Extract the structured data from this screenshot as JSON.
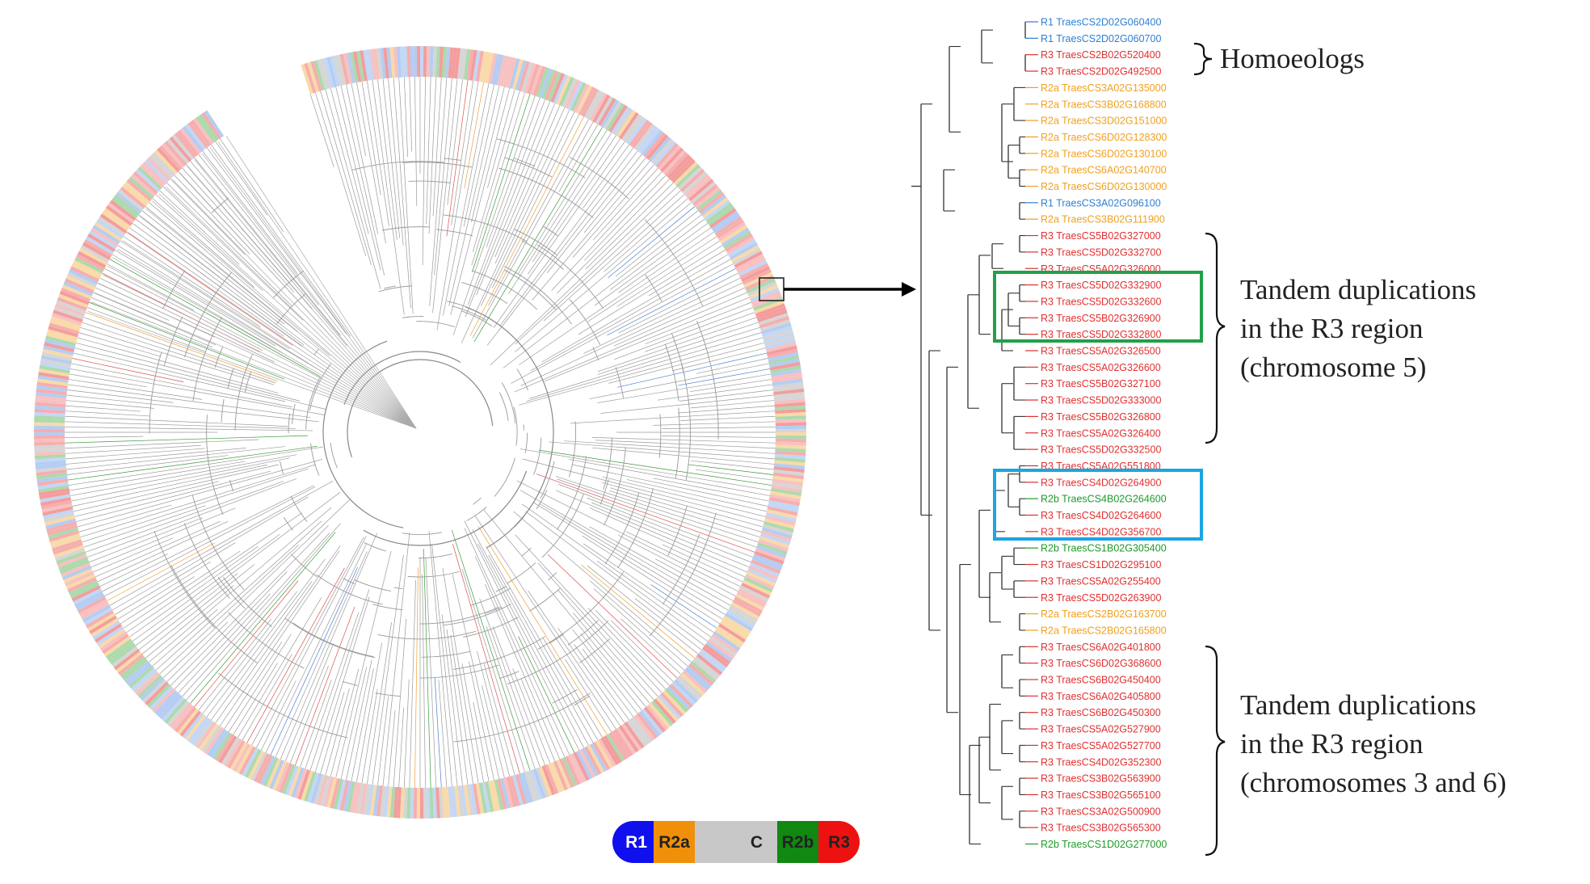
{
  "colors": {
    "R1": "#2f7fd3",
    "R2a": "#f0a020",
    "C": "#c0c0c0",
    "R2b": "#1f9a2a",
    "R3": "#e03030",
    "branch": "#333333",
    "circle_branch": "#9a9a9a",
    "green_box": "#22a04a",
    "blue_box": "#1aa6e0"
  },
  "legend": [
    {
      "label": "R1",
      "color": "#1010ee",
      "text_color": "#ffffff"
    },
    {
      "label": "R2a",
      "color": "#f0900a",
      "text_color": "#222222"
    },
    {
      "label": "",
      "color": "#c8c8c8",
      "text_color": "#222222"
    },
    {
      "label": "C",
      "color": "#c8c8c8",
      "text_color": "#222222"
    },
    {
      "label": "R2b",
      "color": "#118811",
      "text_color": "#222222"
    },
    {
      "label": "R3",
      "color": "#ee1111",
      "text_color": "#222222"
    }
  ],
  "annotations": {
    "homoeologs": "Homoeologs",
    "tandem1": [
      "Tandem duplications",
      "in the R3 region",
      "(chromosome 5)"
    ],
    "tandem2": [
      "Tandem duplications",
      "in the R3 region",
      "(chromosomes 3 and 6)"
    ]
  },
  "leaves": [
    {
      "cls": "R1",
      "id": "TraesCS2D02G060400"
    },
    {
      "cls": "R1",
      "id": "TraesCS2D02G060700"
    },
    {
      "cls": "R3",
      "id": "TraesCS2B02G520400"
    },
    {
      "cls": "R3",
      "id": "TraesCS2D02G492500"
    },
    {
      "cls": "R2a",
      "id": "TraesCS3A02G135000"
    },
    {
      "cls": "R2a",
      "id": "TraesCS3B02G168800"
    },
    {
      "cls": "R2a",
      "id": "TraesCS3D02G151000"
    },
    {
      "cls": "R2a",
      "id": "TraesCS6D02G128300"
    },
    {
      "cls": "R2a",
      "id": "TraesCS6D02G130100"
    },
    {
      "cls": "R2a",
      "id": "TraesCS6A02G140700"
    },
    {
      "cls": "R2a",
      "id": "TraesCS6D02G130000"
    },
    {
      "cls": "R1",
      "id": "TraesCS3A02G096100"
    },
    {
      "cls": "R2a",
      "id": "TraesCS3B02G111900"
    },
    {
      "cls": "R3",
      "id": "TraesCS5B02G327000"
    },
    {
      "cls": "R3",
      "id": "TraesCS5D02G332700"
    },
    {
      "cls": "R3",
      "id": "TraesCS5A02G326000"
    },
    {
      "cls": "R3",
      "id": "TraesCS5D02G332900"
    },
    {
      "cls": "R3",
      "id": "TraesCS5D02G332600"
    },
    {
      "cls": "R3",
      "id": "TraesCS5B02G326900"
    },
    {
      "cls": "R3",
      "id": "TraesCS5D02G332800"
    },
    {
      "cls": "R3",
      "id": "TraesCS5A02G326500"
    },
    {
      "cls": "R3",
      "id": "TraesCS5A02G326600"
    },
    {
      "cls": "R3",
      "id": "TraesCS5B02G327100"
    },
    {
      "cls": "R3",
      "id": "TraesCS5D02G333000"
    },
    {
      "cls": "R3",
      "id": "TraesCS5B02G326800"
    },
    {
      "cls": "R3",
      "id": "TraesCS5A02G326400"
    },
    {
      "cls": "R3",
      "id": "TraesCS5D02G332500"
    },
    {
      "cls": "R3",
      "id": "TraesCS5A02G551800"
    },
    {
      "cls": "R3",
      "id": "TraesCS4D02G264900"
    },
    {
      "cls": "R2b",
      "id": "TraesCS4B02G264600"
    },
    {
      "cls": "R3",
      "id": "TraesCS4D02G264600"
    },
    {
      "cls": "R3",
      "id": "TraesCS4D02G356700"
    },
    {
      "cls": "R2b",
      "id": "TraesCS1B02G305400"
    },
    {
      "cls": "R3",
      "id": "TraesCS1D02G295100"
    },
    {
      "cls": "R3",
      "id": "TraesCS5A02G255400"
    },
    {
      "cls": "R3",
      "id": "TraesCS5D02G263900"
    },
    {
      "cls": "R2a",
      "id": "TraesCS2B02G163700"
    },
    {
      "cls": "R2a",
      "id": "TraesCS2B02G165800"
    },
    {
      "cls": "R3",
      "id": "TraesCS6A02G401800"
    },
    {
      "cls": "R3",
      "id": "TraesCS6D02G368600"
    },
    {
      "cls": "R3",
      "id": "TraesCS6B02G450400"
    },
    {
      "cls": "R3",
      "id": "TraesCS6A02G405800"
    },
    {
      "cls": "R3",
      "id": "TraesCS6B02G450300"
    },
    {
      "cls": "R3",
      "id": "TraesCS5A02G527900"
    },
    {
      "cls": "R3",
      "id": "TraesCS5A02G527700"
    },
    {
      "cls": "R3",
      "id": "TraesCS4D02G352300"
    },
    {
      "cls": "R3",
      "id": "TraesCS3B02G563900"
    },
    {
      "cls": "R3",
      "id": "TraesCS3B02G565100"
    },
    {
      "cls": "R3",
      "id": "TraesCS3A02G500900"
    },
    {
      "cls": "R3",
      "id": "TraesCS3B02G565300"
    },
    {
      "cls": "R2b",
      "id": "TraesCS1D02G277000"
    }
  ]
}
